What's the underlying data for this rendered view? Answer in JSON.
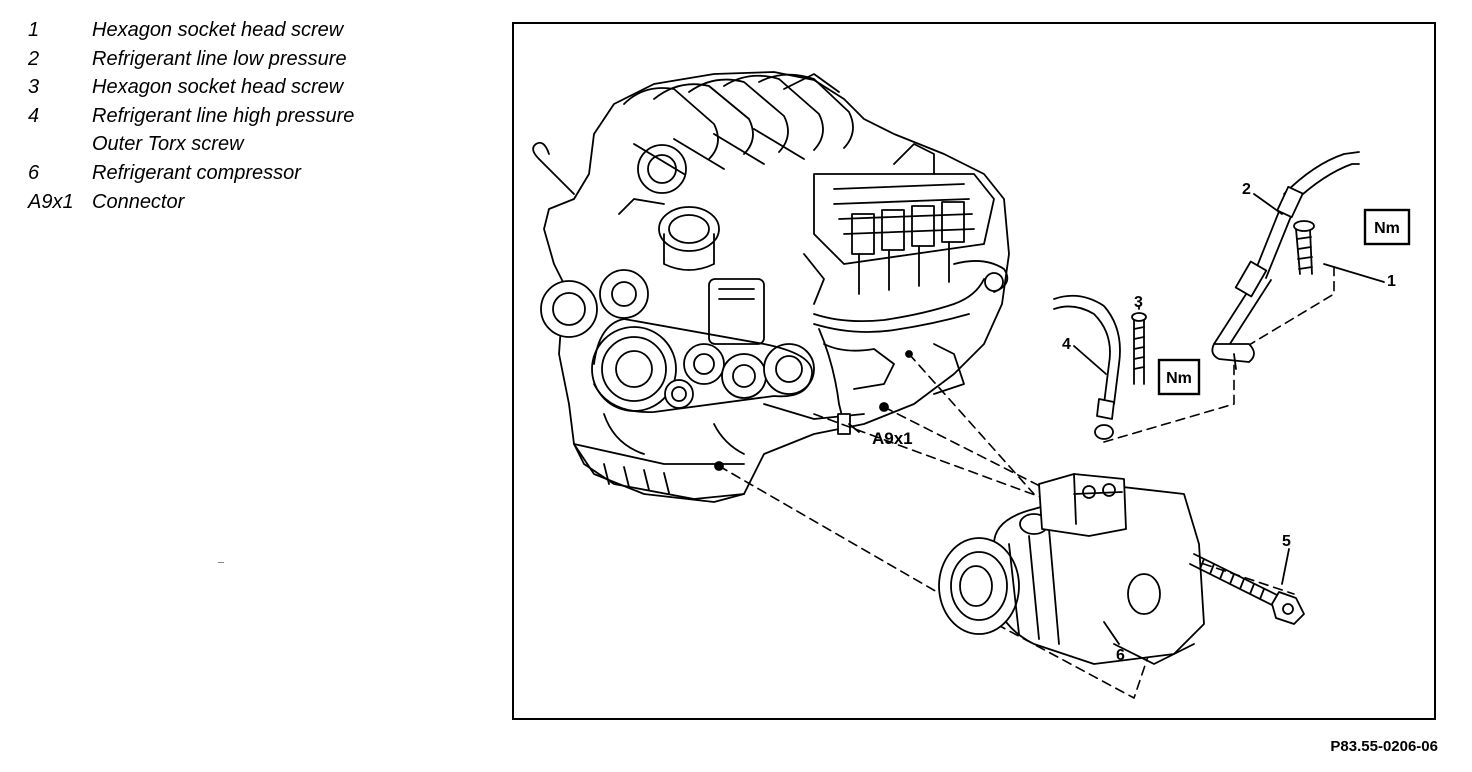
{
  "legend": {
    "items": [
      {
        "num": "1",
        "text": "Hexagon socket head screw"
      },
      {
        "num": "2",
        "text": "Refrigerant line low pressure"
      },
      {
        "num": "3",
        "text": "Hexagon socket head screw"
      },
      {
        "num": "4",
        "text": "Refrigerant line high pressure"
      },
      {
        "num": "",
        "text": "Outer Torx screw"
      },
      {
        "num": "6",
        "text": "Refrigerant compressor"
      },
      {
        "num": "A9x1",
        "text": "Connector"
      }
    ]
  },
  "diagram": {
    "callouts": {
      "c1": "1",
      "c2": "2",
      "c3": "3",
      "c4": "4",
      "c5": "5",
      "c6": "6",
      "connector": "A9x1",
      "nm_top": "Nm",
      "nm_mid": "Nm"
    }
  },
  "figure_code": "P83.55-0206-06"
}
